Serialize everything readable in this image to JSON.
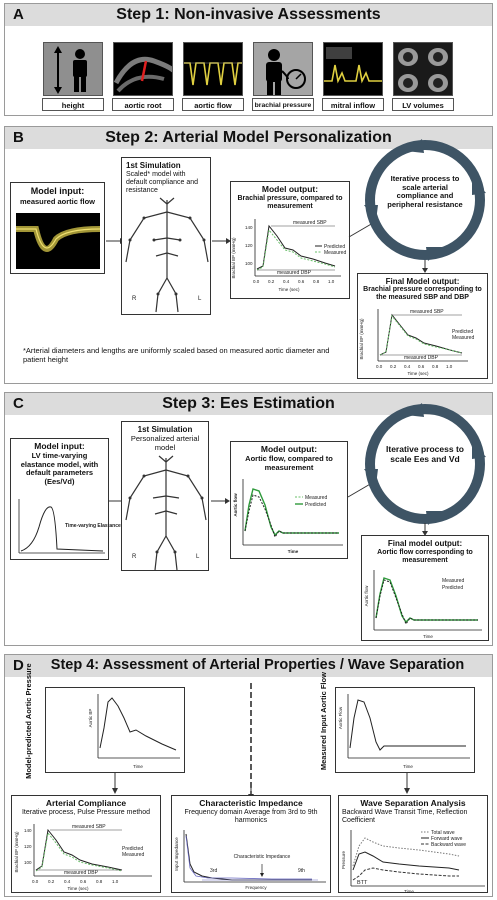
{
  "panelA": {
    "letter": "A",
    "title": "Step 1: Non-invasive Assessments",
    "labels": [
      "height",
      "aortic root",
      "aortic flow",
      "brachial pressure",
      "mitral inflow",
      "LV volumes"
    ]
  },
  "panelB": {
    "letter": "B",
    "title": "Step 2: Arterial  Model Personalization",
    "model_input_title": "Model input:",
    "model_input_sub": "measured aortic flow",
    "sim_title": "1st Simulation",
    "sim_sub": "Scaled* model with default compliance and resistance",
    "output_title": "Model output:",
    "output_sub": "Brachial pressure, compared to measurement",
    "measured_sbp": "measured SBP",
    "measured_dbp": "measured DBP",
    "legend": [
      "Predicted",
      "Measured"
    ],
    "ylabel": "Brachial BP (mmHg)",
    "xlabel": "Time (sec)",
    "yticks": [
      "140",
      "120",
      "100"
    ],
    "xticks": [
      "0.0",
      "0.2",
      "0.4",
      "0.6",
      "0.8",
      "1.0"
    ],
    "iter_text": "Iterative process to scale arterial compliance and peripheral resistance",
    "final_title": "Final Model output:",
    "final_sub": "Brachial pressure corresponding to the measured SBP and DBP",
    "footnote": "*Arterial diameters and lengths are uniformly scaled based on measured aortic diameter and patient height"
  },
  "panelC": {
    "letter": "C",
    "title": "Step 3: Ees Estimation",
    "model_input_title": "Model input:",
    "model_input_sub": "LV time-varying elastance model, with default parameters (Ees/Vd)",
    "elastance_label": "Time-varying Elastance",
    "sim_title": "1st Simulation",
    "sim_sub": "Personalized arterial model",
    "output_title": "Model output:",
    "output_sub": "Aortic flow, compared to measurement",
    "legend": [
      "Measured",
      "Predicted"
    ],
    "ylabel": "Aortic flow",
    "xlabel": "Time",
    "iter_text": "Iterative process to scale Ees and Vd",
    "final_title": "Final model output:",
    "final_sub": "Aortic flow corresponding to measurement"
  },
  "panelD": {
    "letter": "D",
    "title": "Step 4: Assessment of Arterial Properties / Wave Separation",
    "left_rot": "Model-predicted Aortic Pressure",
    "left_ylabel": "Aortic BP",
    "left_xlabel": "Time",
    "right_rot": "Measured Input Aortic Flow",
    "right_ylabel": "Aortic Flow",
    "right_xlabel": "Time",
    "compliance_title": "Arterial Compliance",
    "compliance_sub": "Iterative process, Pulse Pressure method",
    "impedance_title": "Characteristic Impedance",
    "impedance_sub": "Frequency domain Average from 3rd to 9th harmonics",
    "imp_ylabel": "Input Impedance",
    "imp_xlabel": "Frequency",
    "imp_3rd": "3rd",
    "imp_9th": "9th",
    "imp_char": "Characteristic Impedance",
    "wave_title": "Wave Separation Analysis",
    "wave_sub": "Backward Wave Transit Time, Reflection Coefficient",
    "wave_legend": [
      "Total wave",
      "Forward wave",
      "Backward wave"
    ],
    "wave_ylabel": "Pressure",
    "wave_xlabel": "Time",
    "btt": "BTT"
  }
}
